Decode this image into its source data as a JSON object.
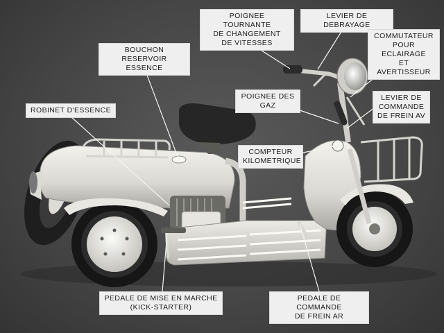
{
  "labels": {
    "poignee_tournante": "POIGNEE TOURNANTE\nDE CHANGEMENT\nDE VITESSES",
    "levier_debrayage": "LEVIER DE DEBRAYAGE",
    "commutateur": "COMMUTATEUR\nPOUR ECLAIRAGE\nET AVERTISSEUR",
    "bouchon_reservoir": "BOUCHON RESERVOIR\nESSENCE",
    "poignee_gaz": "POIGNEE DES GAZ",
    "levier_frein_av": "LEVIER DE\nCOMMANDE\nDE FREIN AV",
    "robinet_essence": "ROBINET D'ESSENCE",
    "compteur": "COMPTEUR\nKILOMETRIQUE",
    "pedale_mise_en_marche": "PEDALE DE MISE EN MARCHE\n(KICK-STARTER)",
    "pedale_frein_ar": "PEDALE DE COMMANDE\nDE FREIN AR"
  }
}
